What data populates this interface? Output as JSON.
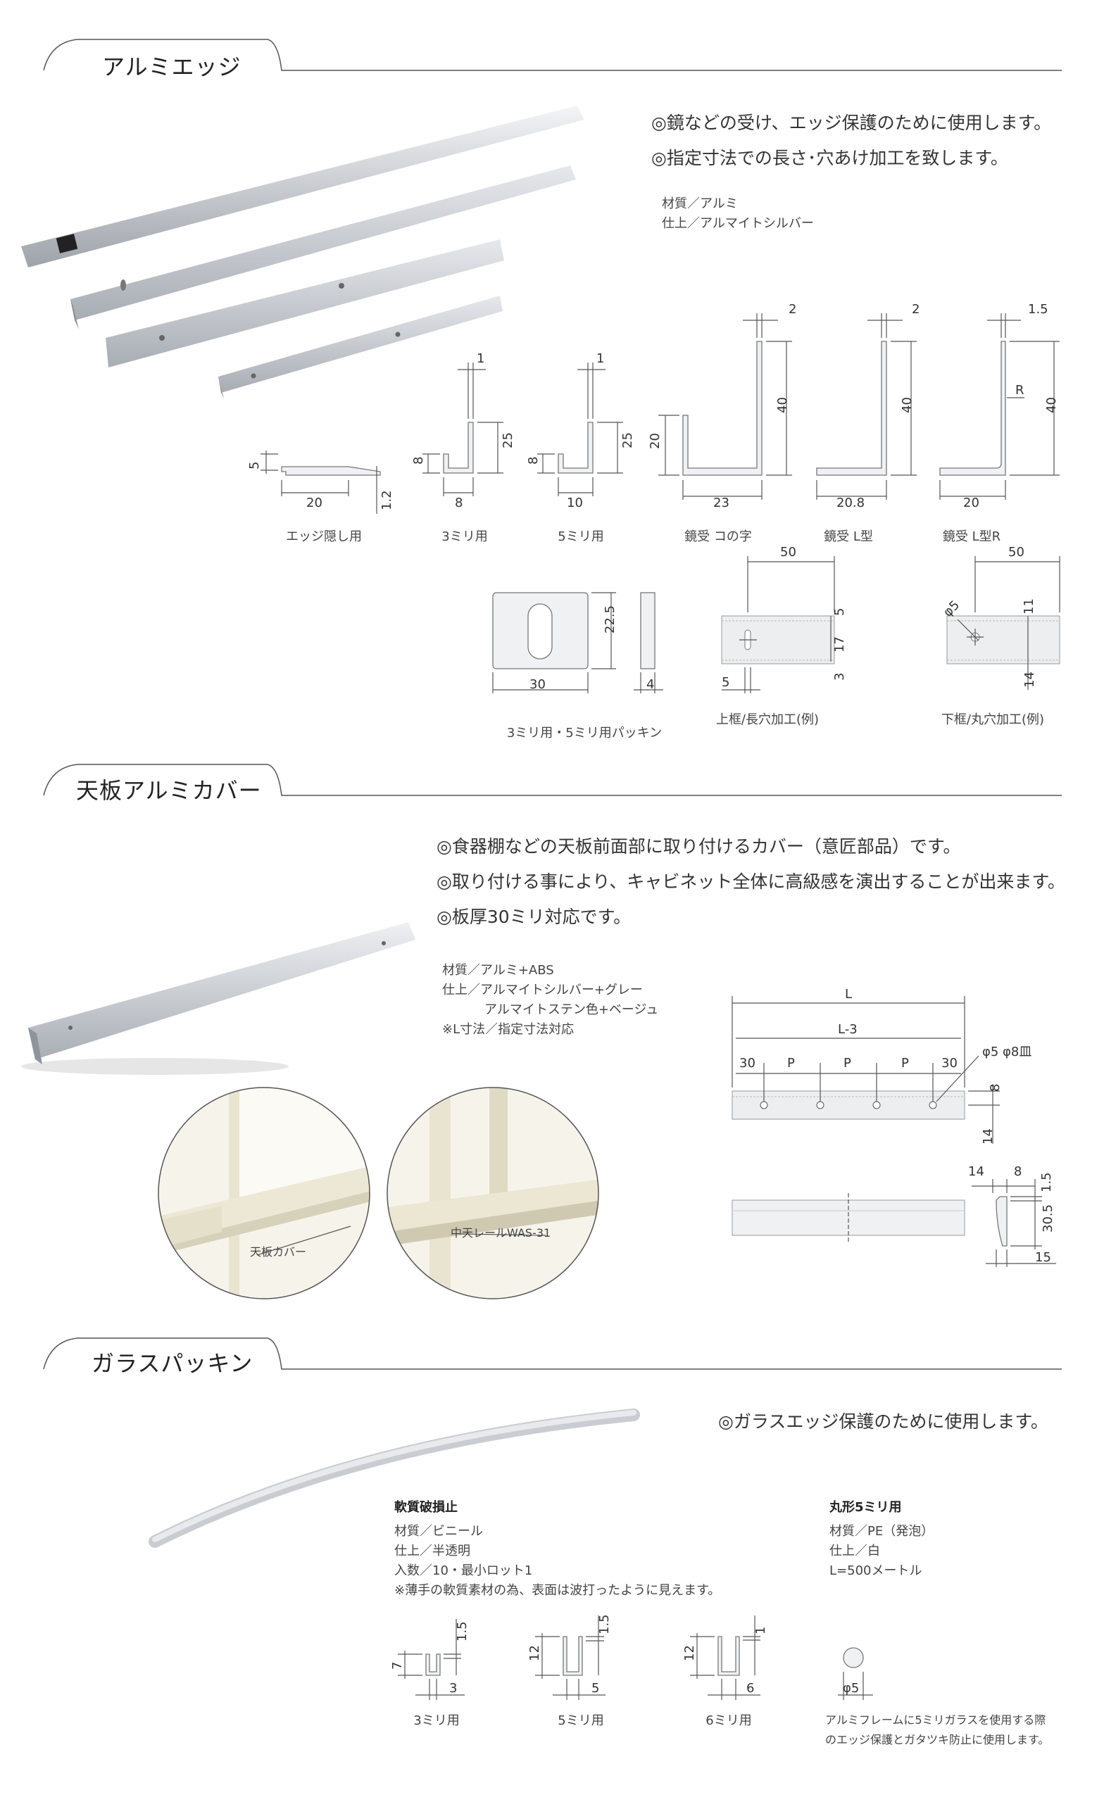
{
  "sections": {
    "edge": {
      "title": "アルミエッジ",
      "desc": [
        "◎鏡などの受け、エッジ保護のために使用します。",
        "◎指定寸法での長さ･穴あけ加工を致します。"
      ],
      "spec": [
        "材質／アルミ",
        "仕上／アルマイトシルバー"
      ],
      "profiles": [
        {
          "caption": "エッジ隠し用",
          "dims": [
            "5",
            "20",
            "1.2"
          ]
        },
        {
          "caption": "3ミリ用",
          "dims": [
            "1",
            "25",
            "8",
            "8"
          ]
        },
        {
          "caption": "5ミリ用",
          "dims": [
            "1",
            "25",
            "8",
            "10"
          ]
        },
        {
          "caption": "鏡受 コの字",
          "dims": [
            "2",
            "40",
            "20",
            "23"
          ]
        },
        {
          "caption": "鏡受 L型",
          "dims": [
            "2",
            "40",
            "20.8"
          ]
        },
        {
          "caption": "鏡受 L型R",
          "dims": [
            "1.5",
            "R",
            "40",
            "20"
          ]
        }
      ],
      "packing": {
        "caption": "3ミリ用・5ミリ用パッキン",
        "dims": [
          "22.5",
          "30",
          "4"
        ]
      },
      "slot": {
        "caption": "上框/長穴加工(例)",
        "dims": [
          "50",
          "5",
          "17",
          "3",
          "5"
        ]
      },
      "round": {
        "caption": "下框/丸穴加工(例)",
        "dims": [
          "50",
          "φ5",
          "11",
          "14"
        ]
      }
    },
    "cover": {
      "title": "天板アルミカバー",
      "desc": [
        "◎食器棚などの天板前面部に取り付けるカバー（意匠部品）です。",
        "◎取り付ける事により、キャビネット全体に高級感を演出することが出来ます。",
        "◎板厚30ミリ対応です。"
      ],
      "spec": [
        "材質／アルミ+ABS",
        "仕上／アルマイトシルバー+グレー",
        "アルマイトステン色+ベージュ",
        "※L寸法／指定寸法対応"
      ],
      "callouts": [
        "天板カバー",
        "中天レールWAS-31"
      ],
      "drawing": {
        "dims": [
          "L",
          "L-3",
          "30",
          "P",
          "P",
          "P",
          "30",
          "φ5 φ8皿",
          "8",
          "14",
          "14",
          "8",
          "1.5",
          "30.5",
          "15"
        ]
      }
    },
    "glass": {
      "title": "ガラスパッキン",
      "desc": [
        "◎ガラスエッジ保護のために使用します。"
      ],
      "soft": {
        "title": "軟質破損止",
        "spec": [
          "材質／ビニール",
          "仕上／半透明",
          "入数／10・最小ロット1",
          "※薄手の軟質素材の為、表面は波打ったように見えます。"
        ]
      },
      "round": {
        "title": "丸形5ミリ用",
        "spec": [
          "材質／PE（発泡）",
          "仕上／白",
          "L=500メートル"
        ],
        "note": [
          "アルミフレームに5ミリガラスを使用する際",
          "のエッジ保護とガタツキ防止に使用します。"
        ],
        "dim": "φ5"
      },
      "profiles": [
        {
          "caption": "3ミリ用",
          "dims": [
            "7",
            "1.5",
            "3"
          ]
        },
        {
          "caption": "5ミリ用",
          "dims": [
            "12",
            "1.5",
            "5"
          ]
        },
        {
          "caption": "6ミリ用",
          "dims": [
            "12",
            "1",
            "6"
          ]
        }
      ]
    }
  }
}
